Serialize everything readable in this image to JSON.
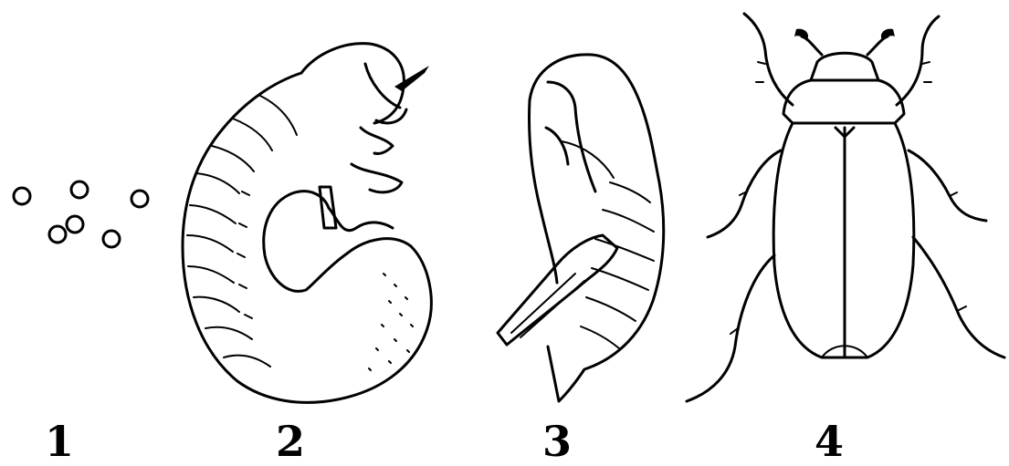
{
  "figure": {
    "stages": [
      {
        "label": "1",
        "icon": "eggs-icon"
      },
      {
        "label": "2",
        "icon": "larva-grub-icon"
      },
      {
        "label": "3",
        "icon": "pupa-icon"
      },
      {
        "label": "4",
        "icon": "adult-beetle-icon"
      }
    ]
  }
}
